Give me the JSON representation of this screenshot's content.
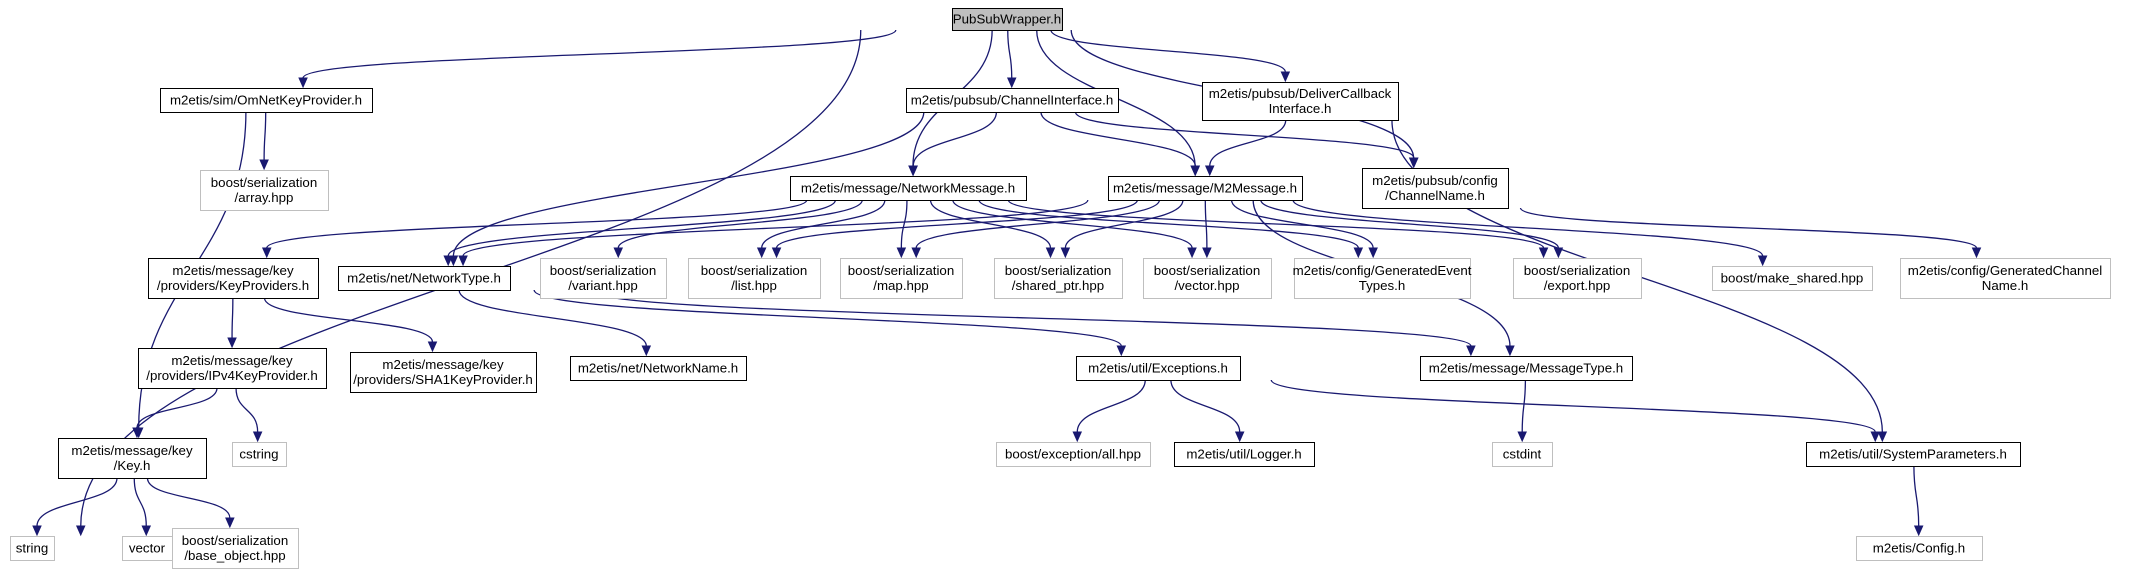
{
  "title": "PubSubWrapper.h",
  "colors": {
    "edge": "#191970",
    "root_fill": "#bfbfbf",
    "project_border": "#000000",
    "external_border": "#bfbfbf"
  },
  "nodes": [
    {
      "id": "root",
      "kind": "root",
      "lines": [
        "PubSubWrapper.h"
      ]
    },
    {
      "id": "string",
      "kind": "external",
      "lines": [
        "string"
      ]
    },
    {
      "id": "omnet",
      "kind": "project",
      "lines": [
        "m2etis/sim/OmNetKeyProvider.h"
      ]
    },
    {
      "id": "chif",
      "kind": "project",
      "lines": [
        "m2etis/pubsub/ChannelInterface.h"
      ]
    },
    {
      "id": "deliver",
      "kind": "project",
      "lines": [
        "m2etis/pubsub/DeliverCallback",
        "Interface.h"
      ]
    },
    {
      "id": "chname",
      "kind": "project",
      "lines": [
        "m2etis/pubsub/config",
        "/ChannelName.h"
      ]
    },
    {
      "id": "netmsg",
      "kind": "project",
      "lines": [
        "m2etis/message/NetworkMessage.h"
      ]
    },
    {
      "id": "m2msg",
      "kind": "project",
      "lines": [
        "m2etis/message/M2Message.h"
      ]
    },
    {
      "id": "array",
      "kind": "external",
      "lines": [
        "boost/serialization",
        "/array.hpp"
      ]
    },
    {
      "id": "keyprov",
      "kind": "project",
      "lines": [
        "m2etis/message/key",
        "/providers/KeyProviders.h"
      ]
    },
    {
      "id": "nettype",
      "kind": "project",
      "lines": [
        "m2etis/net/NetworkType.h"
      ]
    },
    {
      "id": "variant",
      "kind": "external",
      "lines": [
        "boost/serialization",
        "/variant.hpp"
      ]
    },
    {
      "id": "list",
      "kind": "external",
      "lines": [
        "boost/serialization",
        "/list.hpp"
      ]
    },
    {
      "id": "map",
      "kind": "external",
      "lines": [
        "boost/serialization",
        "/map.hpp"
      ]
    },
    {
      "id": "sptr",
      "kind": "external",
      "lines": [
        "boost/serialization",
        "/shared_ptr.hpp"
      ]
    },
    {
      "id": "vec_hpp",
      "kind": "external",
      "lines": [
        "boost/serialization",
        "/vector.hpp"
      ]
    },
    {
      "id": "genevt",
      "kind": "external",
      "lines": [
        "m2etis/config/GeneratedEvent",
        "Types.h"
      ]
    },
    {
      "id": "export",
      "kind": "external",
      "lines": [
        "boost/serialization",
        "/export.hpp"
      ]
    },
    {
      "id": "mkshared",
      "kind": "external",
      "lines": [
        "boost/make_shared.hpp"
      ]
    },
    {
      "id": "genchan",
      "kind": "external",
      "lines": [
        "m2etis/config/GeneratedChannel",
        "Name.h"
      ]
    },
    {
      "id": "ipv4",
      "kind": "project",
      "lines": [
        "m2etis/message/key",
        "/providers/IPv4KeyProvider.h"
      ]
    },
    {
      "id": "sha1",
      "kind": "project",
      "lines": [
        "m2etis/message/key",
        "/providers/SHA1KeyProvider.h"
      ]
    },
    {
      "id": "netname",
      "kind": "project",
      "lines": [
        "m2etis/net/NetworkName.h"
      ]
    },
    {
      "id": "except",
      "kind": "project",
      "lines": [
        "m2etis/util/Exceptions.h"
      ]
    },
    {
      "id": "msgtype",
      "kind": "project",
      "lines": [
        "m2etis/message/MessageType.h"
      ]
    },
    {
      "id": "cstring",
      "kind": "external",
      "lines": [
        "cstring"
      ]
    },
    {
      "id": "key",
      "kind": "project",
      "lines": [
        "m2etis/message/key",
        "/Key.h"
      ]
    },
    {
      "id": "exall",
      "kind": "external",
      "lines": [
        "boost/exception/all.hpp"
      ]
    },
    {
      "id": "logger",
      "kind": "project",
      "lines": [
        "m2etis/util/Logger.h"
      ]
    },
    {
      "id": "cstdint",
      "kind": "external",
      "lines": [
        "cstdint"
      ]
    },
    {
      "id": "sysparam",
      "kind": "project",
      "lines": [
        "m2etis/util/SystemParameters.h"
      ]
    },
    {
      "id": "vector",
      "kind": "external",
      "lines": [
        "vector"
      ]
    },
    {
      "id": "baseobj",
      "kind": "external",
      "lines": [
        "boost/serialization",
        "/base_object.hpp"
      ]
    },
    {
      "id": "config",
      "kind": "external",
      "lines": [
        "m2etis/Config.h"
      ]
    }
  ],
  "edges": [
    [
      "root",
      "string"
    ],
    [
      "root",
      "omnet"
    ],
    [
      "root",
      "chif"
    ],
    [
      "root",
      "netmsg"
    ],
    [
      "root",
      "m2msg"
    ],
    [
      "root",
      "deliver"
    ],
    [
      "root",
      "chname"
    ],
    [
      "omnet",
      "array"
    ],
    [
      "omnet",
      "key"
    ],
    [
      "chif",
      "netmsg"
    ],
    [
      "chif",
      "nettype"
    ],
    [
      "chif",
      "m2msg"
    ],
    [
      "chif",
      "chname"
    ],
    [
      "deliver",
      "m2msg"
    ],
    [
      "deliver",
      "sysparam"
    ],
    [
      "chname",
      "genchan"
    ],
    [
      "netmsg",
      "keyprov"
    ],
    [
      "netmsg",
      "nettype"
    ],
    [
      "netmsg",
      "variant"
    ],
    [
      "netmsg",
      "list"
    ],
    [
      "netmsg",
      "map"
    ],
    [
      "netmsg",
      "sptr"
    ],
    [
      "netmsg",
      "vec_hpp"
    ],
    [
      "netmsg",
      "genevt"
    ],
    [
      "netmsg",
      "export"
    ],
    [
      "m2msg",
      "list"
    ],
    [
      "m2msg",
      "map"
    ],
    [
      "m2msg",
      "sptr"
    ],
    [
      "m2msg",
      "vec_hpp"
    ],
    [
      "m2msg",
      "genevt"
    ],
    [
      "m2msg",
      "export"
    ],
    [
      "m2msg",
      "mkshared"
    ],
    [
      "m2msg",
      "msgtype"
    ],
    [
      "m2msg",
      "nettype"
    ],
    [
      "keyprov",
      "ipv4"
    ],
    [
      "keyprov",
      "sha1"
    ],
    [
      "nettype",
      "netname"
    ],
    [
      "nettype",
      "except"
    ],
    [
      "nettype",
      "msgtype"
    ],
    [
      "ipv4",
      "key"
    ],
    [
      "ipv4",
      "cstring"
    ],
    [
      "key",
      "string"
    ],
    [
      "key",
      "vector"
    ],
    [
      "key",
      "baseobj"
    ],
    [
      "except",
      "exall"
    ],
    [
      "except",
      "logger"
    ],
    [
      "except",
      "sysparam"
    ],
    [
      "msgtype",
      "cstdint"
    ],
    [
      "sysparam",
      "config"
    ]
  ]
}
